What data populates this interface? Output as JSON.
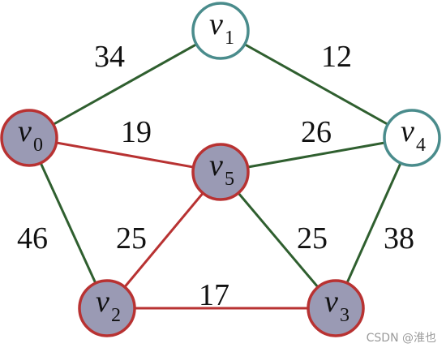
{
  "colors": {
    "mst_edge": "#b83232",
    "other_edge": "#2f5f2f",
    "selected_fill": "#9a9ab4",
    "selected_stroke": "#b83232",
    "unselected_fill": "#ffffff",
    "unselected_stroke": "#4a8c8c"
  },
  "nodes": [
    {
      "id": "v1",
      "letter": "v",
      "sub": "1",
      "selected": false
    },
    {
      "id": "v0",
      "letter": "v",
      "sub": "0",
      "selected": true
    },
    {
      "id": "v4",
      "letter": "v",
      "sub": "4",
      "selected": false
    },
    {
      "id": "v5",
      "letter": "v",
      "sub": "5",
      "selected": true
    },
    {
      "id": "v2",
      "letter": "v",
      "sub": "2",
      "selected": true
    },
    {
      "id": "v3",
      "letter": "v",
      "sub": "3",
      "selected": true
    }
  ],
  "edges": [
    {
      "from": "v0",
      "to": "v1",
      "weight": "34",
      "in_tree": false
    },
    {
      "from": "v1",
      "to": "v4",
      "weight": "12",
      "in_tree": false
    },
    {
      "from": "v0",
      "to": "v5",
      "weight": "19",
      "in_tree": true
    },
    {
      "from": "v5",
      "to": "v4",
      "weight": "26",
      "in_tree": false
    },
    {
      "from": "v0",
      "to": "v2",
      "weight": "46",
      "in_tree": false
    },
    {
      "from": "v2",
      "to": "v5",
      "weight": "25",
      "in_tree": true
    },
    {
      "from": "v5",
      "to": "v3",
      "weight": "25",
      "in_tree": false
    },
    {
      "from": "v4",
      "to": "v3",
      "weight": "38",
      "in_tree": false
    },
    {
      "from": "v2",
      "to": "v3",
      "weight": "17",
      "in_tree": true
    }
  ],
  "watermark": "CSDN @淮也"
}
